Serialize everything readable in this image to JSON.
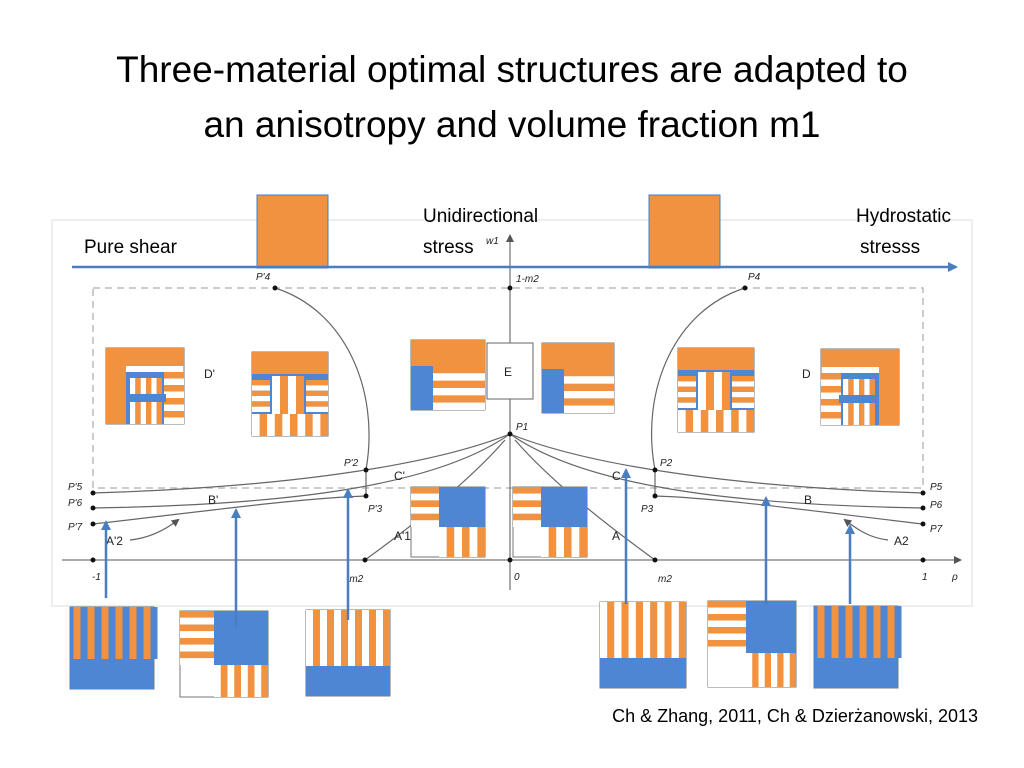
{
  "title": {
    "line1": "Three-material optimal structures are adapted to",
    "line2": "an anisotropy and volume fraction m1"
  },
  "labels": {
    "pure_shear": "Pure shear",
    "unidirectional_line1": "Unidirectional",
    "unidirectional_line2": "stress",
    "hydrostatic_line1": "Hydrostatic",
    "hydrostatic_line2": "stresss"
  },
  "points": {
    "P4p": "P'4",
    "P4": "P4",
    "one_minus_m2": "1-m2",
    "w1": "w1",
    "E": "E",
    "P1": "P1",
    "P2p": "P'2",
    "P2": "P2",
    "P3p": "P'3",
    "P3": "P3",
    "P5p": "P'5",
    "P6p": "P'6",
    "P7p": "P'7",
    "P5": "P5",
    "P6": "P6",
    "P7": "P7"
  },
  "regions": {
    "Dp": "D'",
    "D": "D",
    "Cp": "C'",
    "C": "C",
    "Bp": "B'",
    "B": "B",
    "A2p": "A'2",
    "A1p": "A'1",
    "A": "A",
    "A2": "A2"
  },
  "axis": {
    "minus_one": "-1",
    "neg_m2": "-m2",
    "zero": "0",
    "m2": "m2",
    "one": "1",
    "rho": "ρ"
  },
  "colors": {
    "orange": "#f0923f",
    "blue": "#4e86d3",
    "arrow": "#4a7ebf"
  },
  "citation": "Ch & Zhang, 2011, Ch & Dzierżanowski, 2013"
}
